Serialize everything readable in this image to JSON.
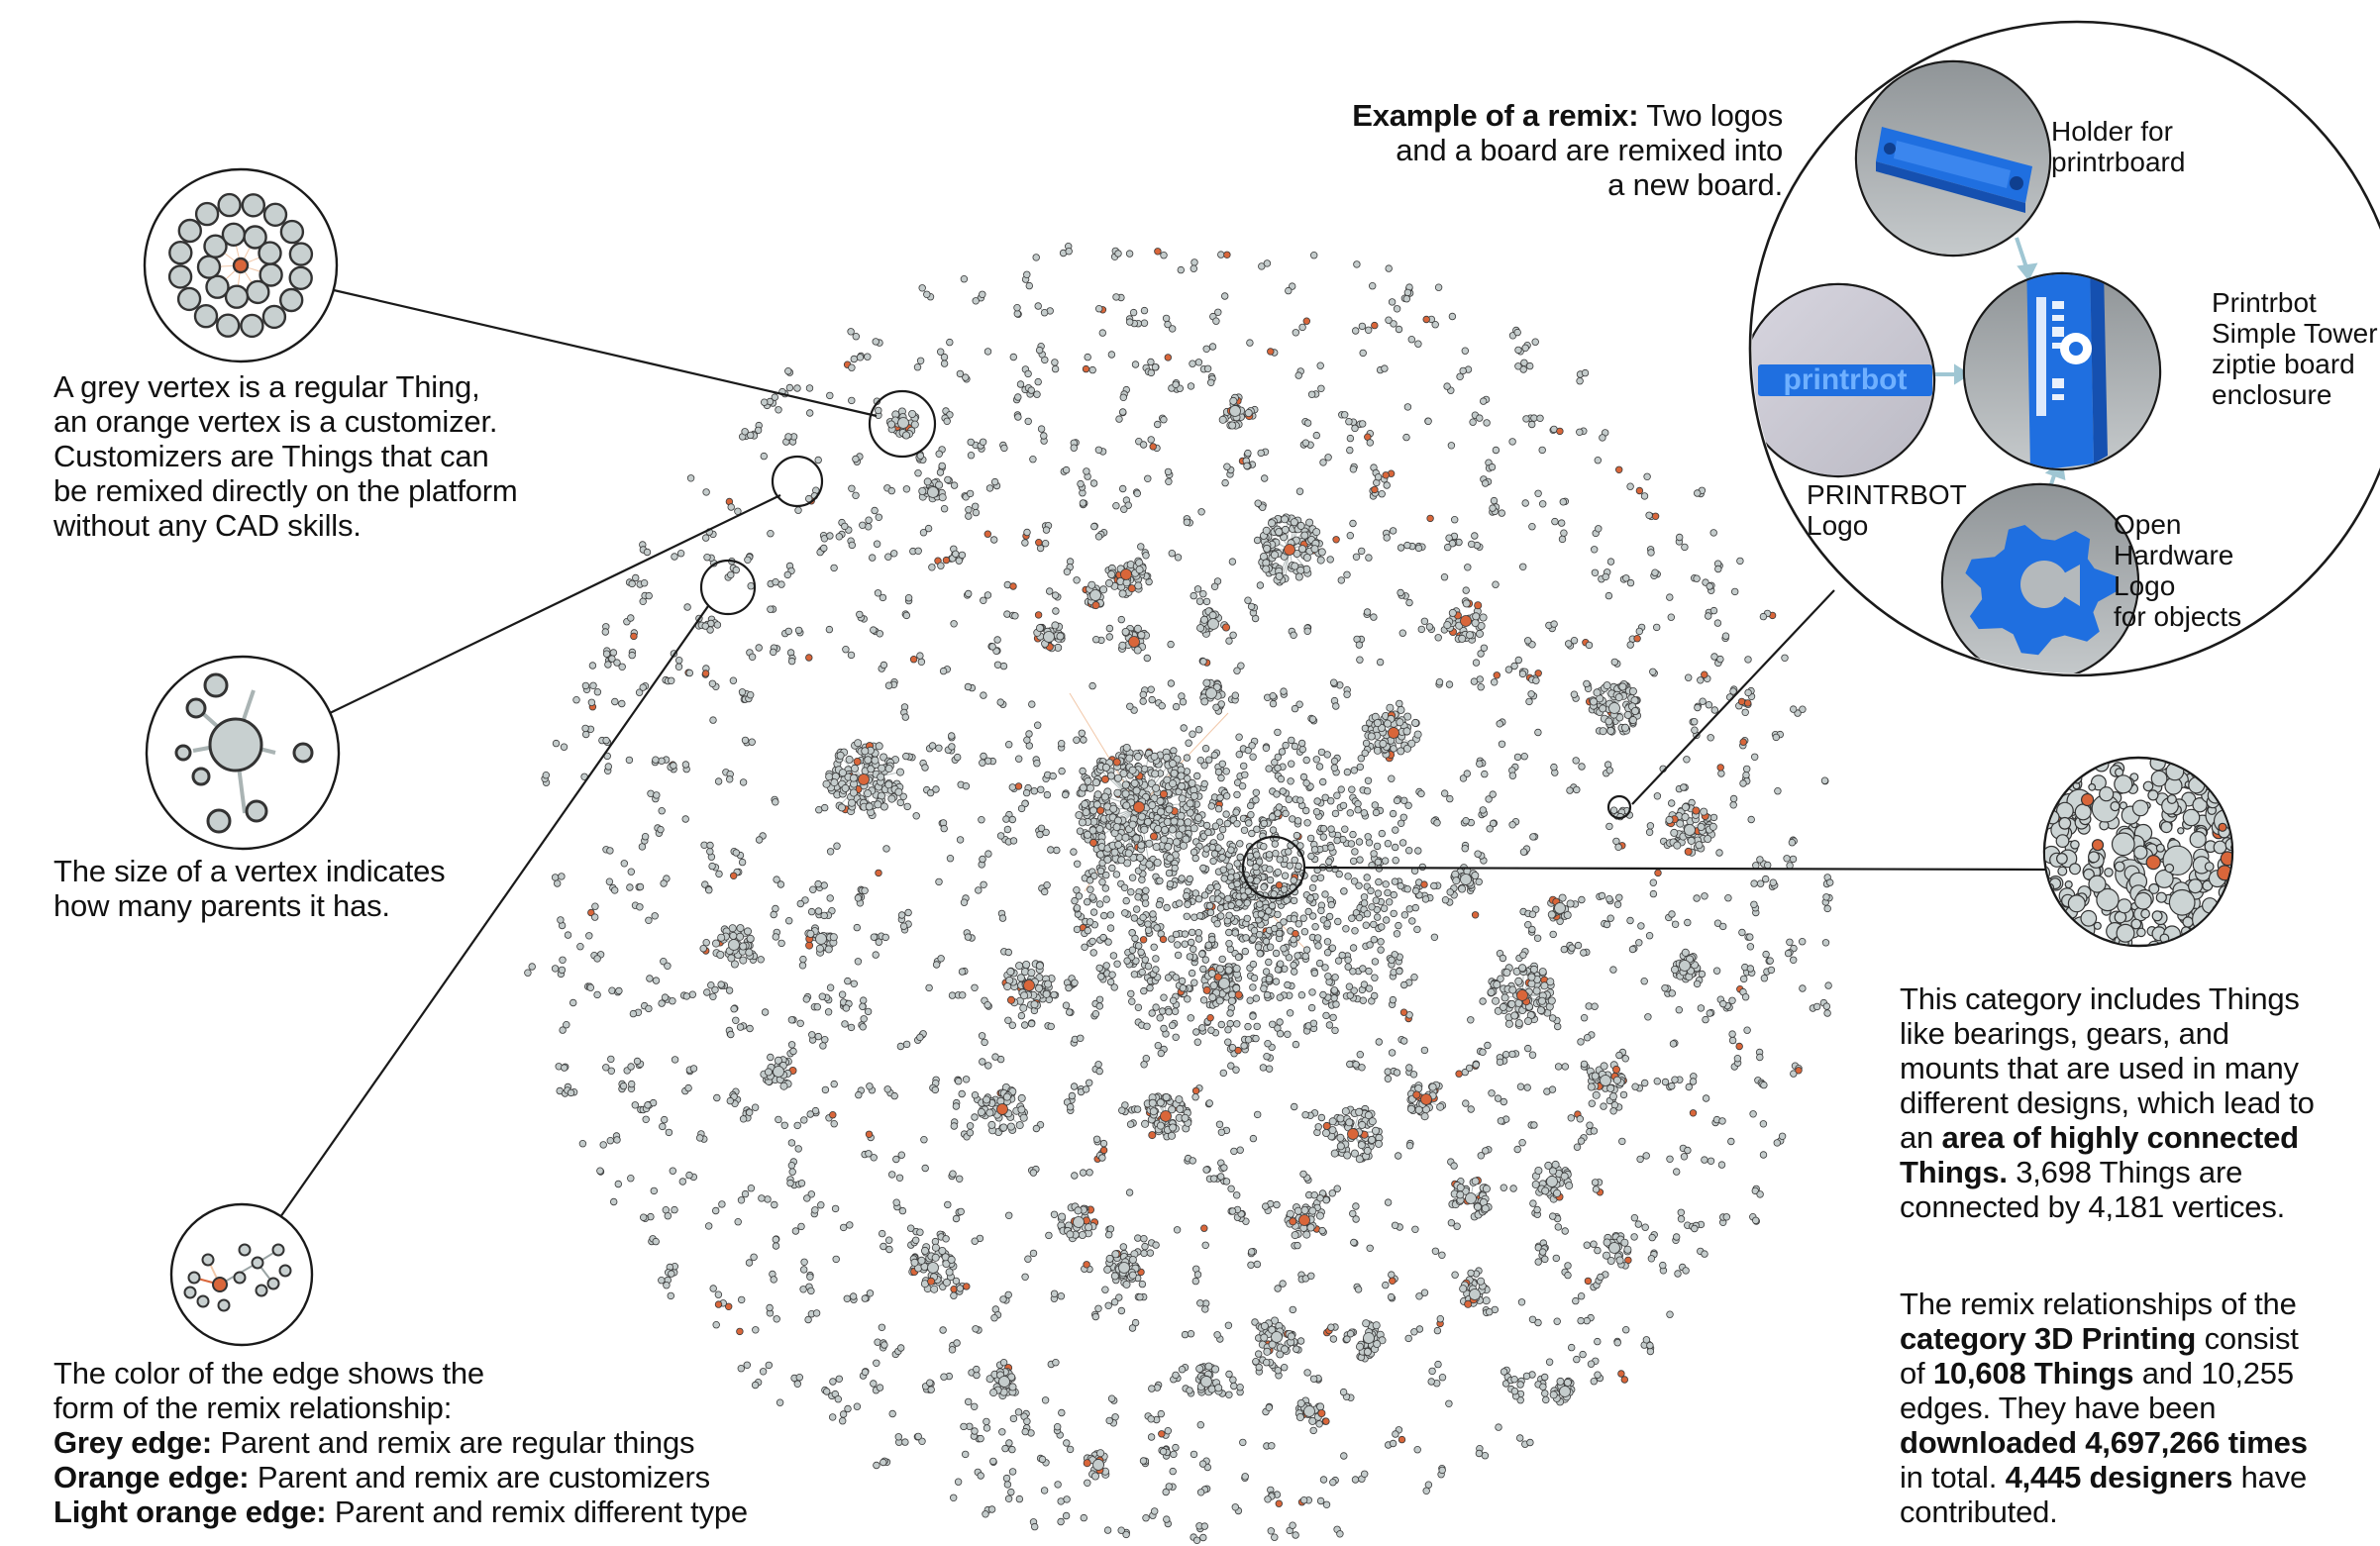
{
  "annotations": {
    "vertex": {
      "lines": [
        "A grey vertex is a regular Thing,",
        "an orange vertex is a customizer.",
        "Customizers are Things that can",
        "be remixed directly on the platform",
        "without any CAD skills."
      ]
    },
    "size": {
      "lines": [
        "The size of a vertex indicates",
        "how many parents it has."
      ]
    },
    "edge": {
      "line1": "The color of the edge shows the",
      "line2": "form of the remix relationship:",
      "grey_label": "Grey edge:",
      "grey_text": " Parent and remix are regular things",
      "orange_label": "Orange edge:",
      "orange_text": " Parent and remix are customizers",
      "light_label": "Light orange edge:",
      "light_text": " Parent and remix different type"
    },
    "remix_example": {
      "bold": "Example of a remix:",
      "line1_rest": " Two logos",
      "line2": "and a board are remixed into",
      "line3": "a new board."
    },
    "connected": {
      "line1": "This category includes Things",
      "line2": "like bearings, gears, and",
      "line3": "mounts that are used in many",
      "line4": "different designs, which lead to",
      "line5_pre": "an ",
      "line5_bold": "area of highly connected",
      "line6_bold": "Things.",
      "line6_rest": " 3,698 Things are",
      "line7": "connected by 4,181 vertices."
    },
    "summary": {
      "line1": "The remix relationships of the",
      "line2_bold": "category 3D Printing",
      "line2_rest": " consist",
      "line3_pre": "of ",
      "line3_bold": "10,608 Things",
      "line3_rest": " and 10,255",
      "line4": "edges. They have been",
      "line5_bold": "downloaded 4,697,266 times",
      "line6_pre": "in total. ",
      "line6_bold": "4,445 designers",
      "line6_rest": " have",
      "line7": "contributed."
    }
  },
  "remix_items": {
    "holder": [
      "Holder for",
      "printrboard"
    ],
    "printrbot_board": [
      "Printrbot",
      "Simple Tower",
      "ziptie board",
      "enclosure"
    ],
    "printrbot_logo": [
      "PRINTRBOT",
      "Logo"
    ],
    "oshw_logo": [
      "Open",
      "Hardware",
      "Logo",
      "for objects"
    ],
    "logo_text": "printrbot"
  },
  "colors": {
    "grey_vertex": "#c4cccc",
    "vertex_stroke": "#3a3a3a",
    "orange_vertex": "#d9663a",
    "light_orange_edge": "#f1c7a8",
    "callout_line": "#1a1a1a",
    "blue_part": "#1f6fe0"
  },
  "network": {
    "total_things": 10608,
    "total_edges": 10255
  }
}
